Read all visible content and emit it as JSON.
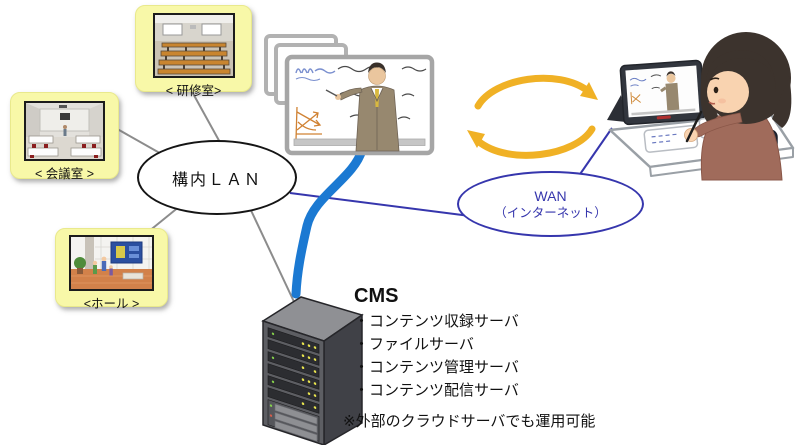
{
  "rooms": [
    {
      "label": "< 研修室>"
    },
    {
      "label": "< 会議室 >"
    },
    {
      "label": "<ホール >"
    }
  ],
  "lan": {
    "label": "構内ＬＡＮ"
  },
  "wan": {
    "line1": "WAN",
    "line2": "（インターネット）"
  },
  "cms": {
    "title": "CMS",
    "servers": [
      "・コンテンツ収録サーバ",
      "・ファイルサーバ",
      "・コンテンツ管理サーバ",
      "・コンテンツ配信サーバ"
    ],
    "note": "※外部のクラウドサーバでも運用可能"
  },
  "icons": {
    "sync_arrows": "circular-exchange-arrows",
    "server_rack": "server-rack",
    "whiteboard_lecturer": "lecturer-at-whiteboard",
    "student_tablet": "student-watching-tablet"
  },
  "colors": {
    "room_card_bg": "#f8f8a8",
    "lan_stroke": "#151515",
    "wan_blue": "#3636ad",
    "link_gray": "#8c8c8c",
    "trunk_blue": "#1b79d2",
    "arrow_amber": "#f0b125"
  }
}
